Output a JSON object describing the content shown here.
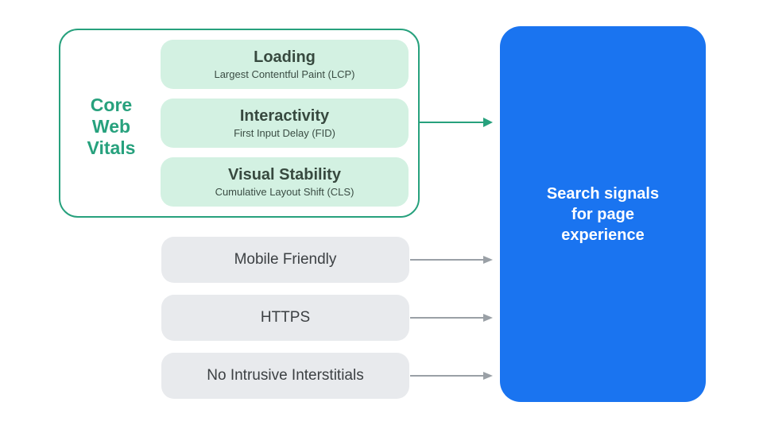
{
  "colors": {
    "green_accent": "#27a17d",
    "green_box_fill": "#d3f1e2",
    "green_box_text": "#37493f",
    "gray_box_fill": "#e8eaed",
    "gray_box_text": "#3c4043",
    "gray_arrow": "#9aa0a6",
    "blue_box_fill": "#1a74f0",
    "blue_box_text": "#ffffff",
    "background": "#ffffff"
  },
  "core_web_vitals": {
    "label": "Core Web Vitals",
    "label_lines": [
      "Core",
      "Web",
      "Vitals"
    ],
    "metrics": [
      {
        "title": "Loading",
        "subtitle": "Largest Contentful Paint (LCP)"
      },
      {
        "title": "Interactivity",
        "subtitle": "First Input Delay (FID)"
      },
      {
        "title": "Visual Stability",
        "subtitle": "Cumulative Layout Shift (CLS)"
      }
    ]
  },
  "other_signals": [
    "Mobile Friendly",
    "HTTPS",
    "No Intrusive Interstitials"
  ],
  "result": {
    "label": "Search signals for page experience",
    "lines": [
      "Search signals",
      "for page",
      "experience"
    ]
  }
}
